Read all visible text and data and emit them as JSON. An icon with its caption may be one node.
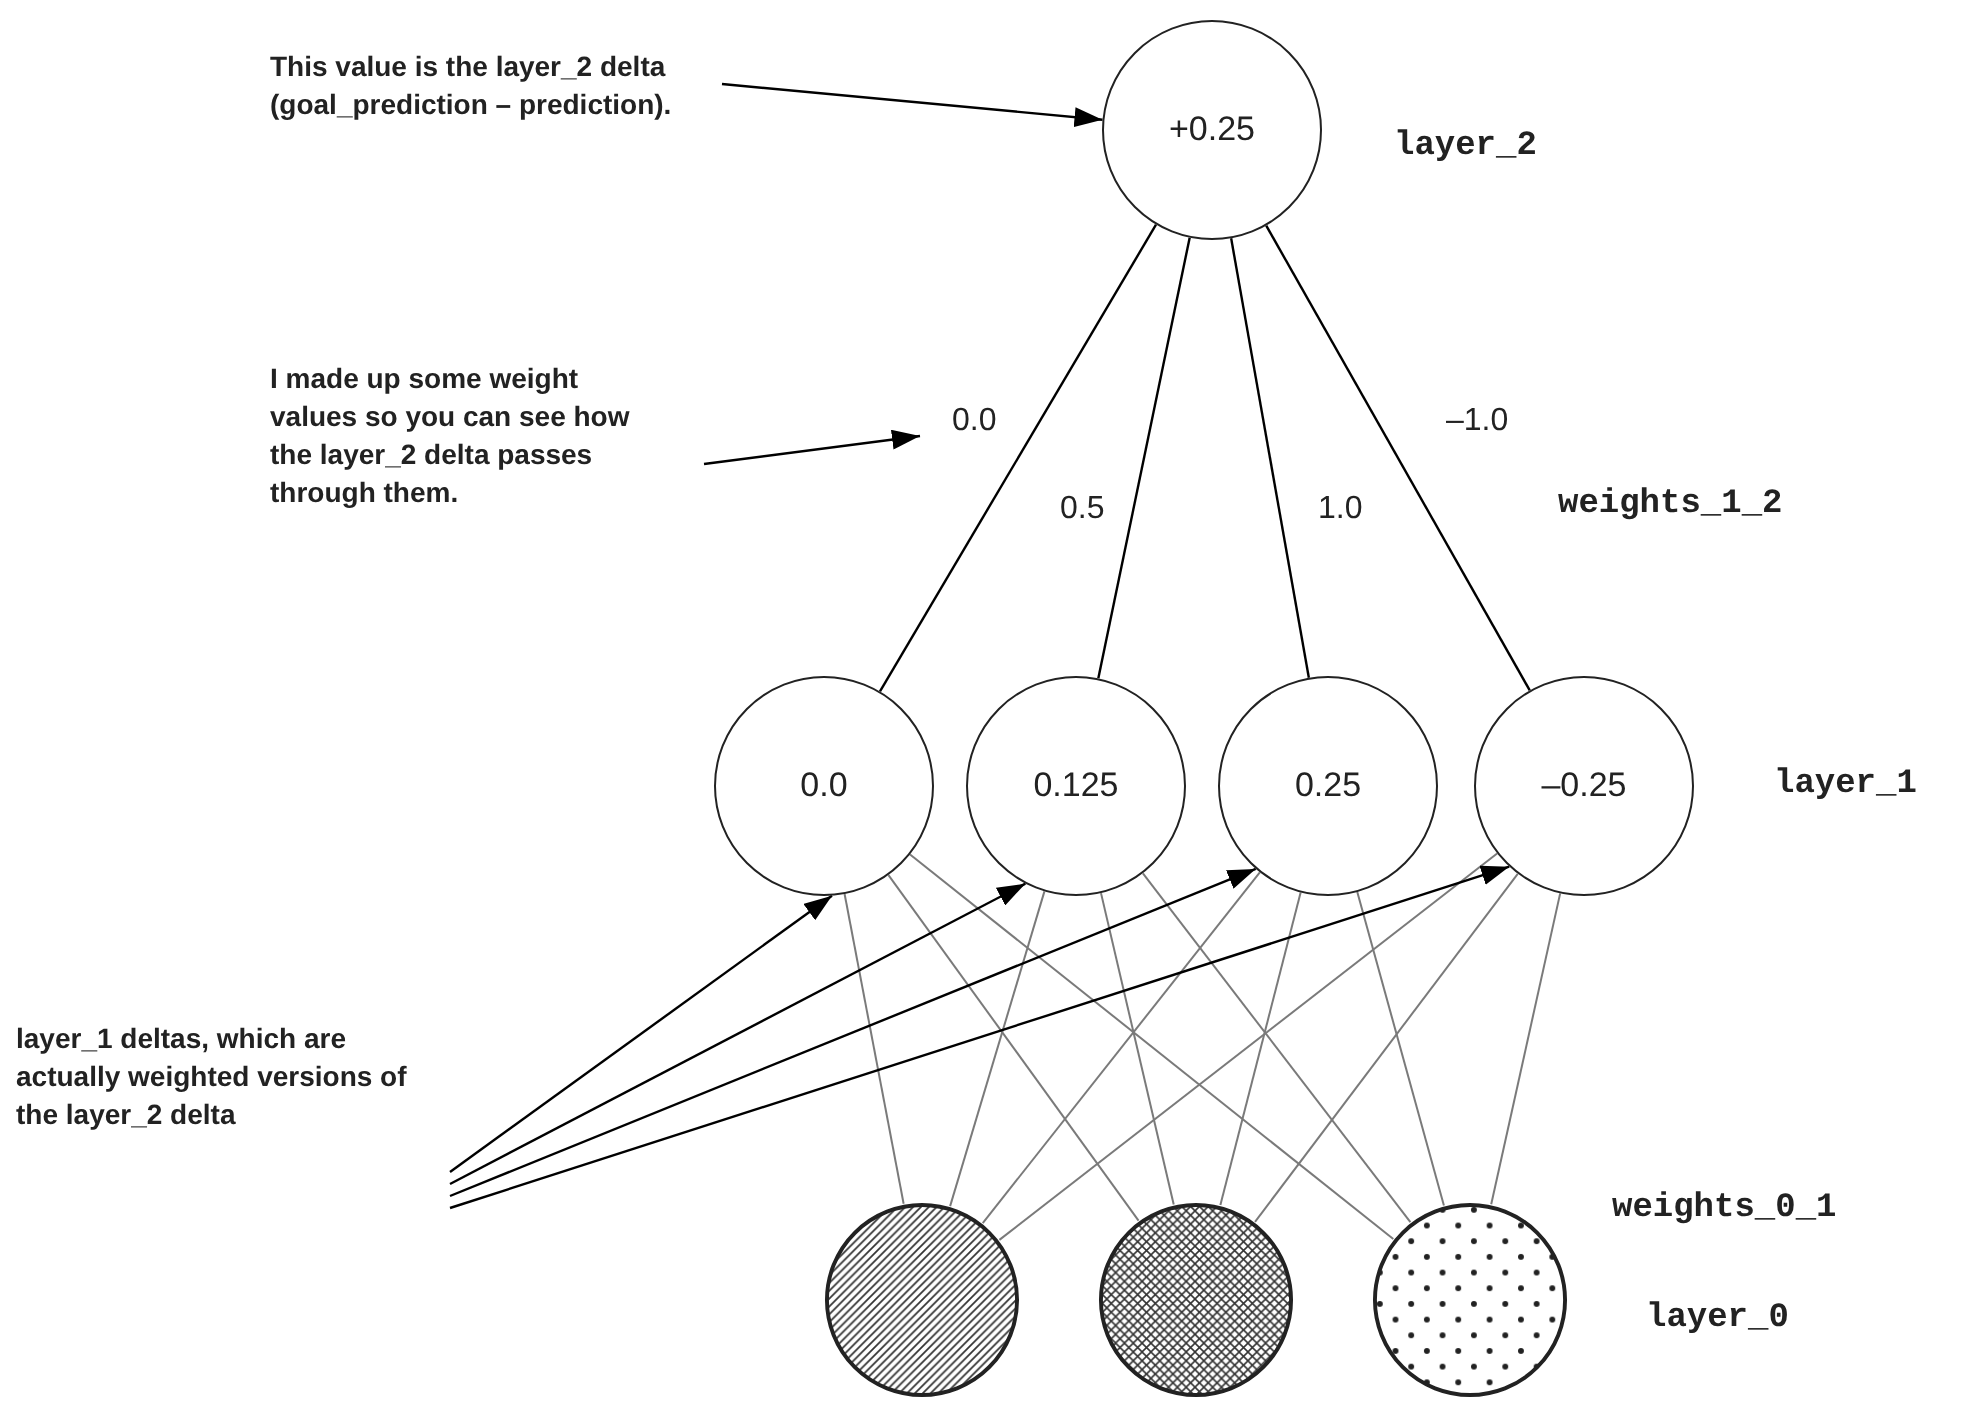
{
  "diagram": {
    "nodes": [
      {
        "text": [
          "This value is the layer_2 delta (goal_prediction – prediction)."
        ]
      },
      {
        "text": [
          "+0.25"
        ]
      },
      {
        "text": [
          "I made up some weight values so you can see how the layer_2 delta passes through them."
        ]
      },
      {
        "text": [
          "0.0"
        ]
      },
      {
        "text": [
          "0.125"
        ]
      },
      {
        "text": [
          "0.25"
        ]
      },
      {
        "text": [
          "–0.25"
        ]
      },
      {
        "text": [
          "layer_1 deltas, which are actually weighted versions of the layer_2 delta"
        ]
      },
      {
        "text": [],
        "shape": "circle"
      },
      {
        "text": [],
        "shape": "circle"
      },
      {
        "text": [],
        "shape": "circle"
      }
    ],
    "edges": [
      {
        "from": 0,
        "to": 1,
        "arrow": "to",
        "color": "#000000"
      },
      {
        "from": 1,
        "to": 3,
        "arrow": "none",
        "label": "0.0",
        "color": "#000000"
      },
      {
        "from": 1,
        "to": 4,
        "arrow": "none",
        "label": "0.5",
        "color": "#000000"
      },
      {
        "from": 1,
        "to": 5,
        "arrow": "none",
        "label": "1.0",
        "color": "#000000"
      },
      {
        "from": 1,
        "to": 6,
        "arrow": "none",
        "label": "–1.0",
        "color": "#000000"
      },
      {
        "from": 2,
        "to": null,
        "arrow": "to",
        "color": "#000000"
      },
      {
        "from": 8,
        "to": 3,
        "arrow": "none"
      },
      {
        "from": 8,
        "to": 4,
        "arrow": "none"
      },
      {
        "from": 8,
        "to": 5,
        "arrow": "none"
      },
      {
        "from": 8,
        "to": 6,
        "arrow": "none"
      },
      {
        "from": 9,
        "to": 3,
        "arrow": "none"
      },
      {
        "from": 9,
        "to": 4,
        "arrow": "none"
      },
      {
        "from": 9,
        "to": 5,
        "arrow": "none"
      },
      {
        "from": 9,
        "to": 6,
        "arrow": "none"
      },
      {
        "from": 10,
        "to": 3,
        "arrow": "none"
      },
      {
        "from": 10,
        "to": 4,
        "arrow": "none"
      },
      {
        "from": 10,
        "to": 5,
        "arrow": "none"
      },
      {
        "from": 10,
        "to": 6,
        "arrow": "none"
      },
      {
        "from": 7,
        "to": 3,
        "arrow": "to",
        "color": "#000000"
      },
      {
        "from": 7,
        "to": 4,
        "arrow": "to",
        "color": "#000000"
      },
      {
        "from": 7,
        "to": 5,
        "arrow": "to",
        "color": "#000000"
      },
      {
        "from": 7,
        "to": 6,
        "arrow": "to",
        "color": "#000000"
      }
    ],
    "labels": [
      "layer_2",
      "weights_1_2",
      "layer_1",
      "weights_0_1",
      "layer_0"
    ]
  }
}
